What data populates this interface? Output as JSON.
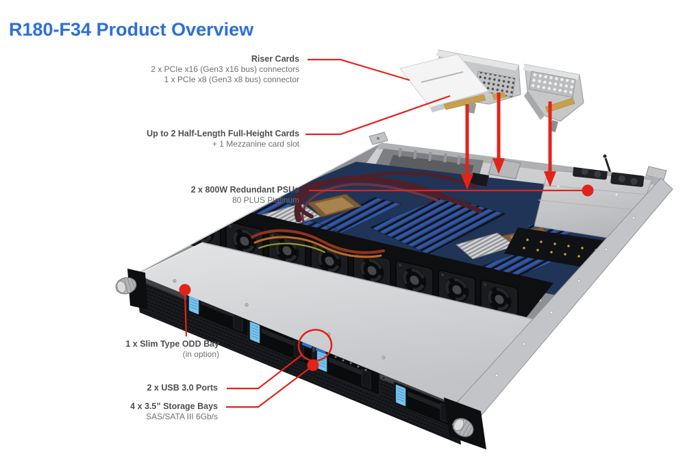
{
  "page": {
    "title": "R180-F34 Product Overview"
  },
  "colors": {
    "title_blue": "#2e6fd6",
    "annotation_red": "#e2231a",
    "label_title_gray": "#4e4f53",
    "label_sub_gray": "#6e6f72",
    "drive_tab_blue": "#7ec5ec"
  },
  "callouts": {
    "riser_cards": {
      "title": "Riser Cards",
      "line1": "2 x PCIe x16 (Gen3 x16 bus) connectors",
      "line2": "1 x PCIe x8 (Gen3 x8 bus) connector"
    },
    "expansion": {
      "title": "Up to 2 Half-Length Full-Height Cards",
      "line1": "+ 1 Mezzanine card slot"
    },
    "psu": {
      "title": "2 x 800W Redundant PSUs",
      "line1": "80 PLUS Platinum"
    },
    "odd": {
      "title": "1 x Slim Type ODD Bay",
      "line1": "(in option)"
    },
    "usb": {
      "title": "2 x USB 3.0 Ports"
    },
    "storage": {
      "title": "4 x 3.5” Storage Bays",
      "line1": "SAS/SATA III 6Gb/s"
    }
  }
}
